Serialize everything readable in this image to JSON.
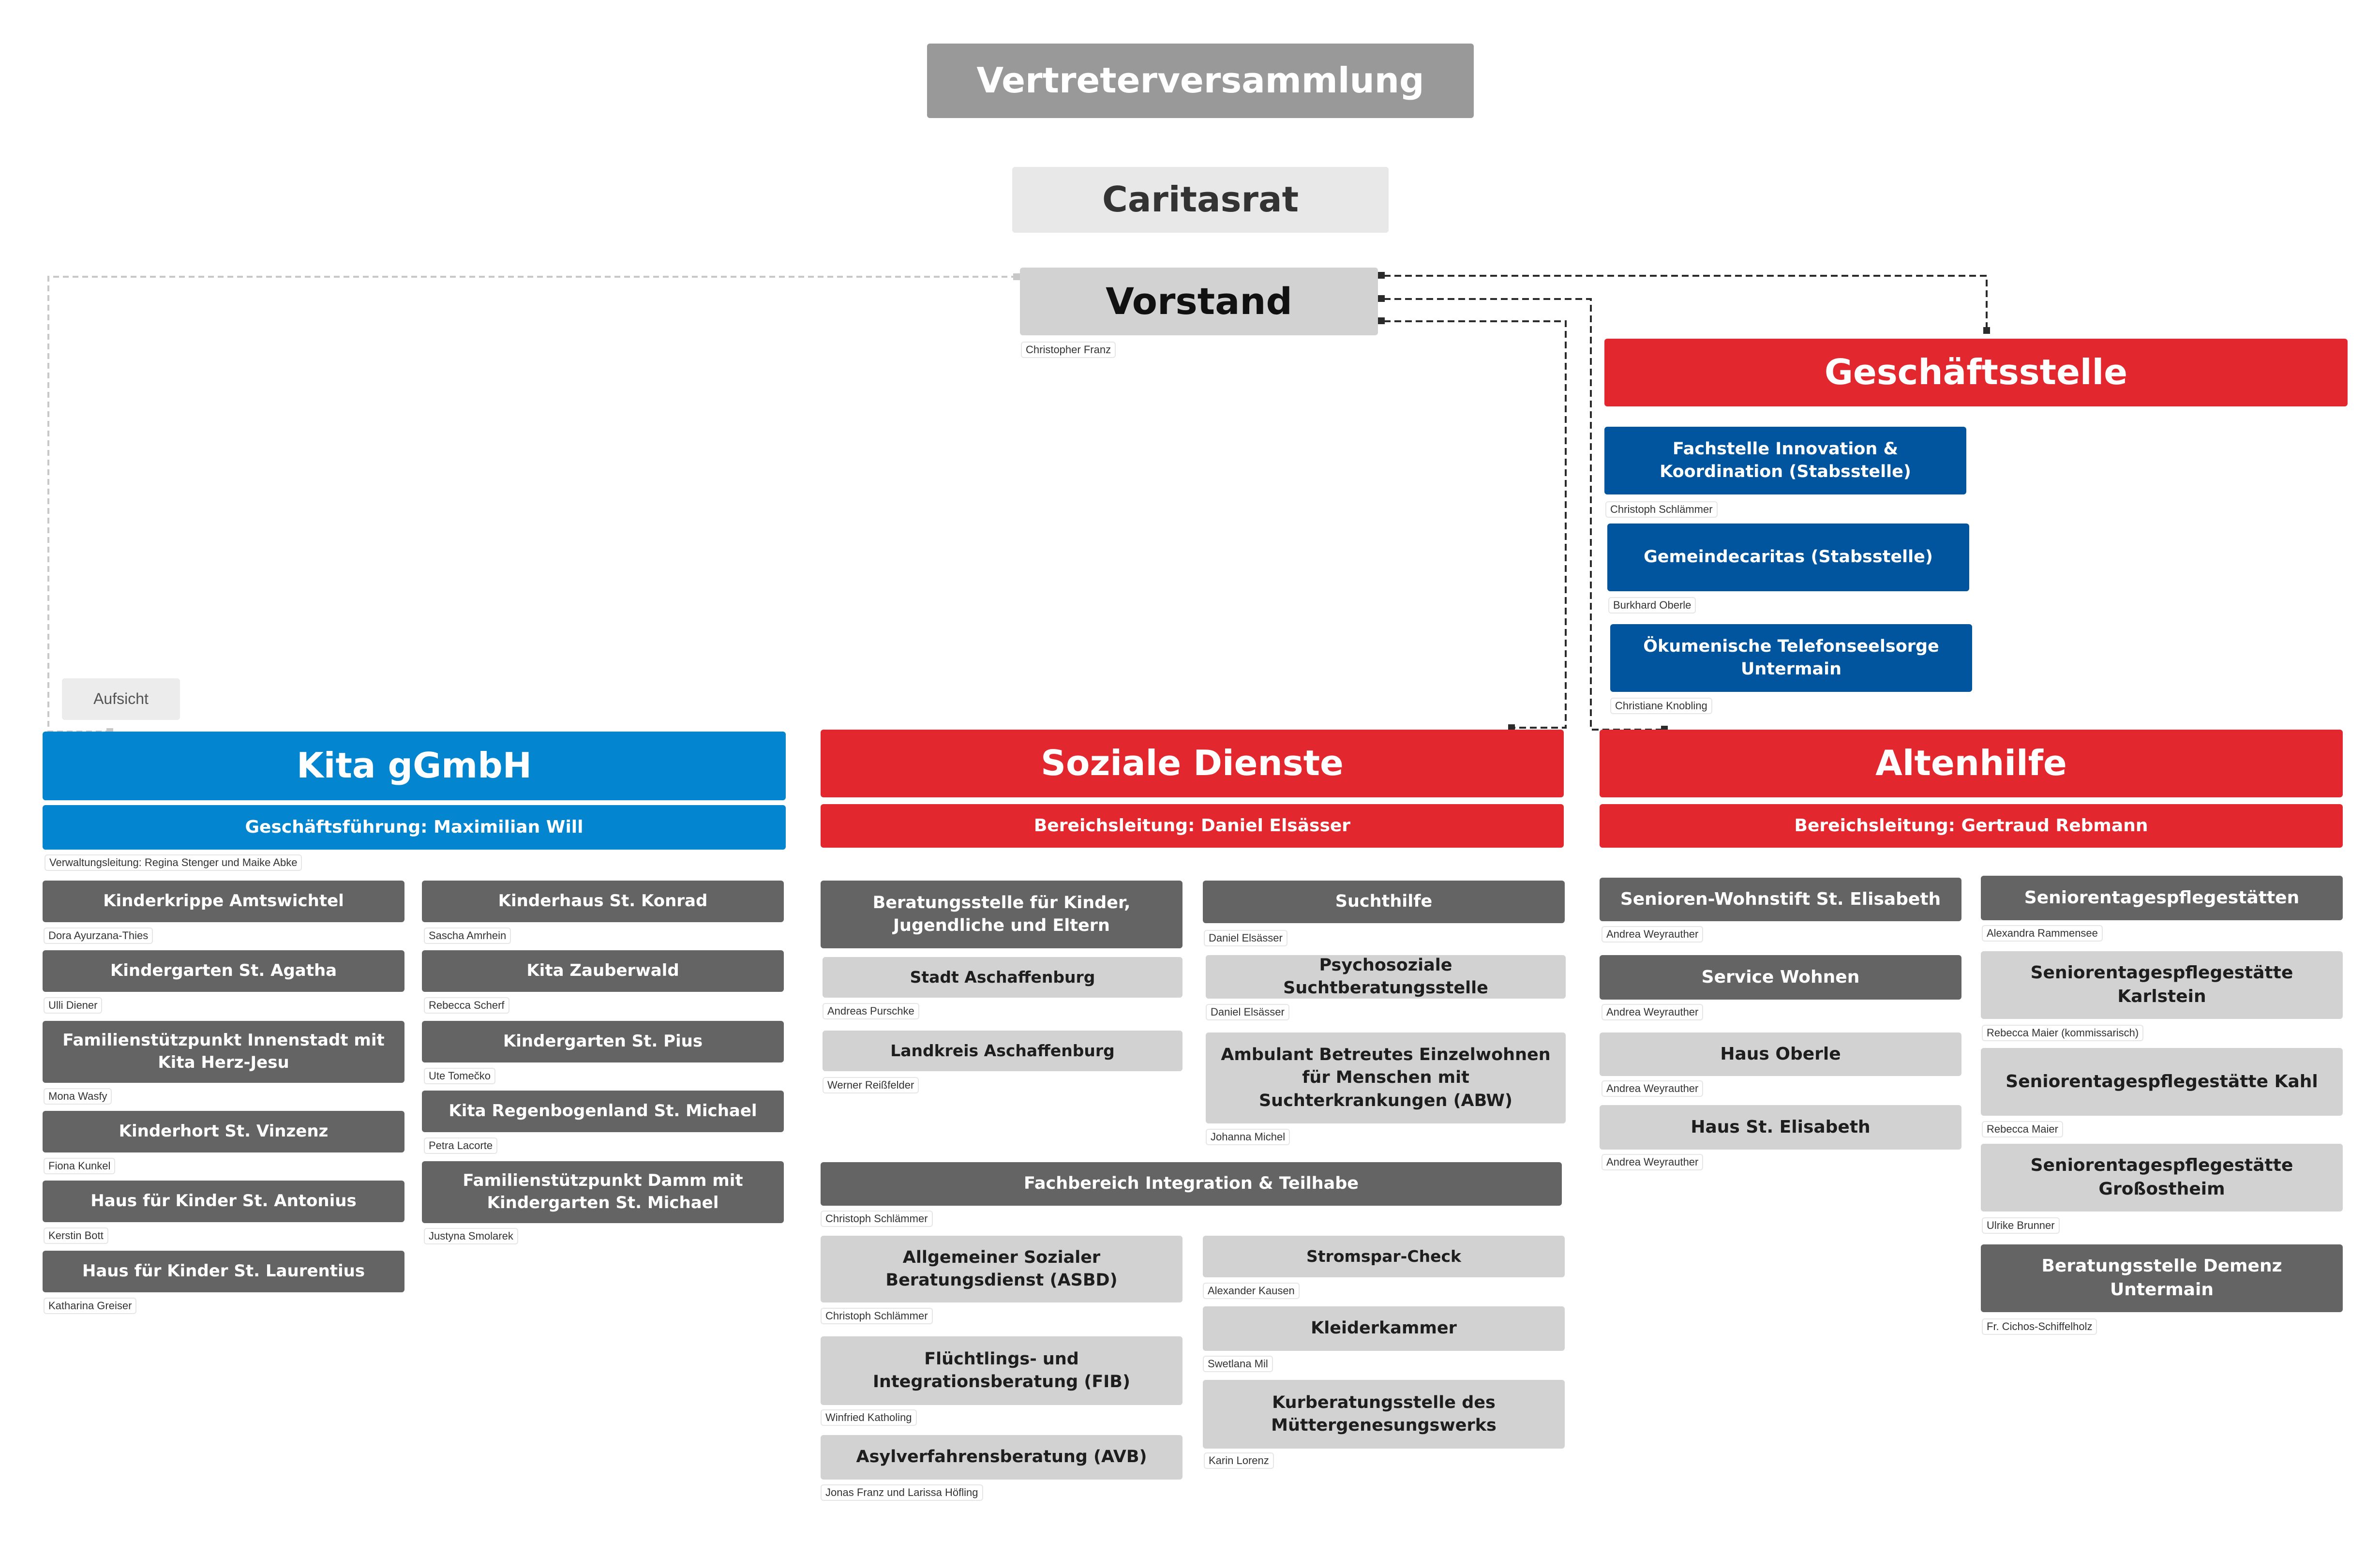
{
  "top": {
    "vertreterversammlung": "Vertreterversammlung",
    "caritasrat": "Caritasrat",
    "vorstand": "Vorstand",
    "vorstand_person": "Christopher Franz",
    "aufsicht": "Aufsicht"
  },
  "geschaeftsstelle": {
    "title": "Geschäftsstelle",
    "items": [
      {
        "label": "Fachstelle Innovation & Koordination (Stabsstelle)",
        "person": "Christoph Schlämmer"
      },
      {
        "label": "Gemeindecaritas (Stabsstelle)",
        "person": "Burkhard Oberle"
      },
      {
        "label": "Ökumenische Telefonseelsorge Untermain",
        "person": "Christiane Knobling"
      }
    ]
  },
  "kita": {
    "title": "Kita gGmbH",
    "leitung": "Geschäftsführung: Maximilian Will",
    "verwaltung": "Verwaltungsleitung: Regina Stenger und Maike Abke",
    "left": [
      {
        "label": "Kinderkrippe Amtswichtel",
        "person": "Dora Ayurzana-Thies"
      },
      {
        "label": "Kindergarten St. Agatha",
        "person": "Ulli Diener"
      },
      {
        "label": "Familienstützpunkt Innenstadt mit Kita Herz-Jesu",
        "person": "Mona Wasfy"
      },
      {
        "label": "Kinderhort St. Vinzenz",
        "person": "Fiona Kunkel"
      },
      {
        "label": "Haus für Kinder St. Antonius",
        "person": "Kerstin Bott"
      },
      {
        "label": "Haus für Kinder St. Laurentius",
        "person": "Katharina Greiser"
      }
    ],
    "right": [
      {
        "label": "Kinderhaus St. Konrad",
        "person": "Sascha Amrhein"
      },
      {
        "label": "Kita Zauberwald",
        "person": "Rebecca Scherf"
      },
      {
        "label": "Kindergarten St. Pius",
        "person": "Ute Tomečko"
      },
      {
        "label": "Kita Regenbogenland St. Michael",
        "person": "Petra Lacorte"
      },
      {
        "label": "Familienstützpunkt Damm mit Kindergarten St. Michael",
        "person": "Justyna Smolarek"
      }
    ]
  },
  "soziale": {
    "title": "Soziale Dienste",
    "leitung": "Bereichsleitung: Daniel Elsässer",
    "beratung": {
      "label": "Beratungsstelle für Kinder, Jugendliche und Eltern"
    },
    "stadt": {
      "label": "Stadt Aschaffenburg",
      "person": "Andreas Purschke"
    },
    "landkreis": {
      "label": "Landkreis Aschaffenburg",
      "person": "Werner Reißfelder"
    },
    "sucht": {
      "label": "Suchthilfe",
      "person": "Daniel Elsässer"
    },
    "psycho": {
      "label": "Psychosoziale Suchtberatungsstelle",
      "person": "Daniel Elsässer"
    },
    "abw": {
      "label": "Ambulant Betreutes Einzelwohnen für Menschen mit Suchterkrankungen (ABW)",
      "person": "Johanna Michel"
    },
    "integration": {
      "label": "Fachbereich Integration & Teilhabe",
      "person": "Christoph Schlämmer"
    },
    "asbd": {
      "label": "Allgemeiner Sozialer Beratungsdienst (ASBD)",
      "person": "Christoph Schlämmer"
    },
    "fib": {
      "label": "Flüchtlings- und Integrationsberatung (FIB)",
      "person": "Winfried Katholing"
    },
    "avb": {
      "label": "Asylverfahrensberatung (AVB)",
      "person": "Jonas Franz und Larissa Höfling"
    },
    "stromspar": {
      "label": "Stromspar-Check",
      "person": "Alexander Kausen"
    },
    "kleider": {
      "label": "Kleiderkammer",
      "person": "Swetlana Mil"
    },
    "kur": {
      "label": "Kurberatungsstelle des Müttergenesungswerks",
      "person": "Karin Lorenz"
    }
  },
  "altenhilfe": {
    "title": "Altenhilfe",
    "leitung": "Bereichsleitung: Gertraud Rebmann",
    "left": [
      {
        "label": "Senioren-Wohnstift St. Elisabeth",
        "person": "Andrea Weyrauther"
      },
      {
        "label": "Service Wohnen",
        "person": "Andrea Weyrauther"
      },
      {
        "label": "Haus Oberle",
        "person": "Andrea Weyrauther"
      },
      {
        "label": "Haus St. Elisabeth",
        "person": "Andrea Weyrauther"
      }
    ],
    "right": [
      {
        "label": "Seniorentagespflegestätten",
        "person": "Alexandra Rammensee"
      },
      {
        "label": "Seniorentagespflegestätte Karlstein",
        "person": "Rebecca Maier (kommissarisch)"
      },
      {
        "label": "Seniorentagespflegestätte Kahl",
        "person": "Rebecca Maier"
      },
      {
        "label": "Seniorentagespflegestätte Großostheim",
        "person": "Ulrike Brunner"
      },
      {
        "label": "Beratungsstelle Demenz Untermain",
        "person": "Fr. Cichos-Schiffelholz"
      }
    ]
  },
  "colors": {
    "red": "#e2282e",
    "blue": "#00559e",
    "cyan": "#0485cf",
    "dark_gray": "#646464",
    "light_gray": "#d2d2d2"
  }
}
